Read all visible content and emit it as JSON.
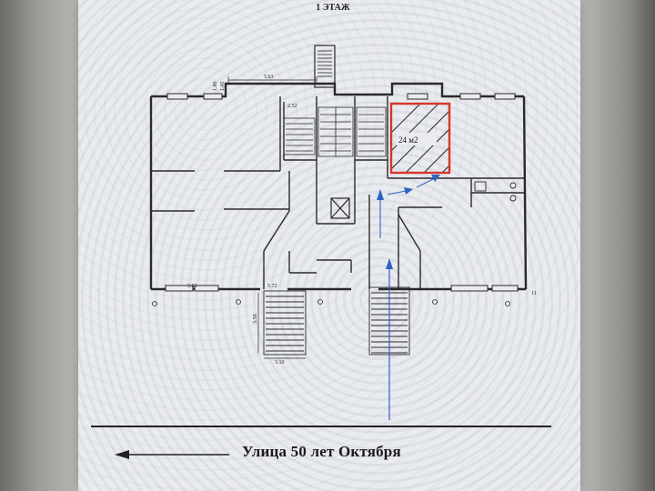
{
  "floor_title": "1 ЭТАЖ",
  "street_label": "Улица 50 лет Октября",
  "highlight_area_label": "24 м2",
  "dimensions": {
    "top_width": "5.63",
    "left_small_a": "1.80",
    "left_small_b": "1.45",
    "stair_dim": "2.52",
    "bottom_left_width": "5.03",
    "bottom_mid_width": "5.72",
    "porch_height": "3.50",
    "porch_width": "3.10",
    "right_edge_mark": "11"
  },
  "colors": {
    "highlight": "#d6362b",
    "route_arrow": "#2f63c2",
    "plan_line": "#2a2a2a",
    "screen_bg": "#e9ebef"
  }
}
